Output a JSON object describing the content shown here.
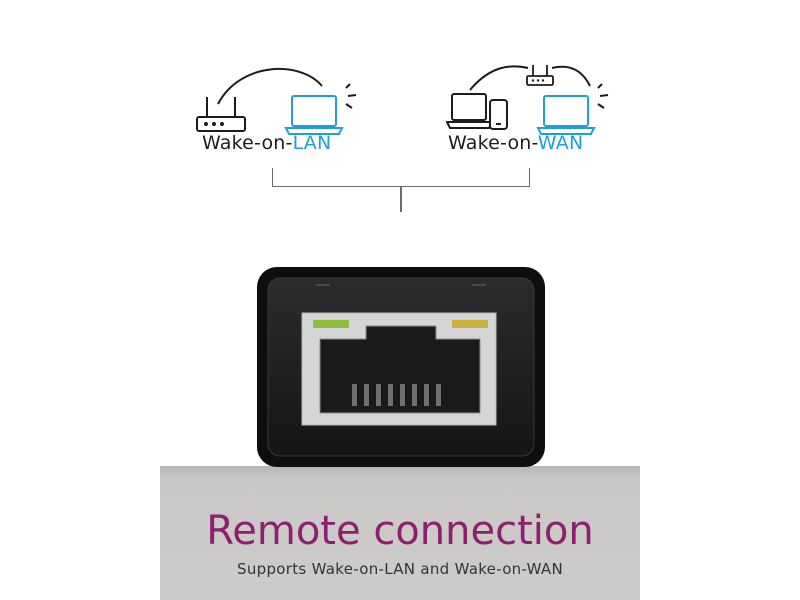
{
  "features": {
    "wol": {
      "prefix": "Wake-on-",
      "accent": "LAN"
    },
    "wow": {
      "prefix": "Wake-on-",
      "accent": "WAN"
    }
  },
  "banner": {
    "title": "Remote connection",
    "subtitle": "Supports Wake-on-LAN and Wake-on-WAN"
  },
  "icons": {
    "lan": [
      "router-icon",
      "laptop-icon"
    ],
    "wan": [
      "router-icon",
      "laptop-icon",
      "phone-icon",
      "laptop-icon"
    ]
  },
  "colors": {
    "accent_blue": "#1e9fd8",
    "title_magenta": "#8f1f6e",
    "port_led_green": "#8fbf3a",
    "port_led_amber": "#c9b13a"
  }
}
